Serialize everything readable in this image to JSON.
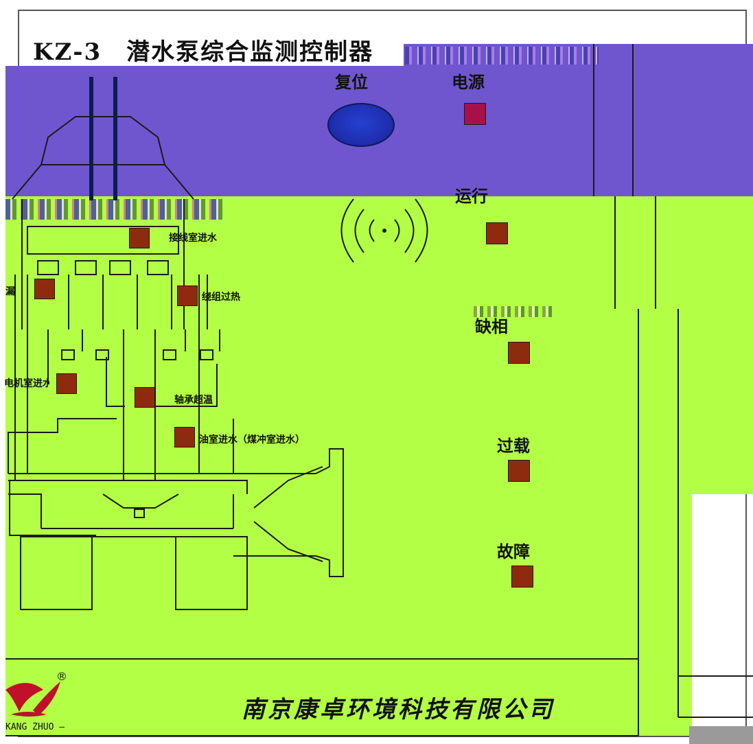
{
  "header": {
    "title": "KZ-3　潜水泵综合监测控制器"
  },
  "controls": {
    "reset_label": "复位",
    "power_label": "电源",
    "run_label": "运行",
    "leak_label": "缺相",
    "overload_label": "过载",
    "fault_label": "故障"
  },
  "sensors": {
    "junction_water": "接线室进水",
    "winding_overheat": "绕组过热",
    "leak_left": "漏",
    "motor_water": "电机室进水",
    "bearing_overheat": "轴承超温",
    "oil_water": "油室进水（煤冲室进水）"
  },
  "footer": {
    "company": "南京康卓环境科技有限公司",
    "logo_text": "KANG ZHUO —",
    "registered_mark": "®"
  },
  "colors": {
    "purple_band": "#6f56cf",
    "green_band": "#b3ff45",
    "lamp": "#8e2b0f",
    "power_lamp": "#a8104a",
    "reset_button": "#1f2fb0",
    "logo": "#c0102a"
  }
}
